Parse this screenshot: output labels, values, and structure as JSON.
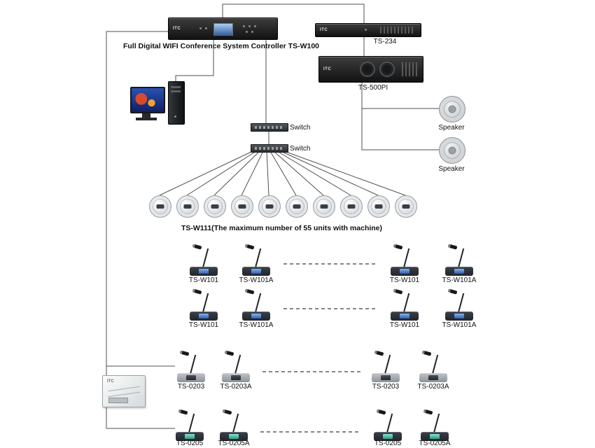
{
  "brand": "ITC",
  "devices": {
    "controller": {
      "label": "Full Digital WIFI Conference System Controller TS-W100"
    },
    "ts234": {
      "label": "TS-234"
    },
    "amplifier": {
      "label": "TS-500PI"
    },
    "speaker1": {
      "label": "Speaker"
    },
    "speaker2": {
      "label": "Speaker"
    },
    "switch1": {
      "label": "Switch"
    },
    "switch2": {
      "label": "Switch"
    },
    "ceiling_units": {
      "label": "TS-W111(The maximum number of 55 units with machine)",
      "count": 10
    }
  },
  "mic_rows": [
    {
      "units": [
        {
          "label": "TS-W101"
        },
        {
          "label": "TS-W101A"
        },
        {
          "label": "TS-W101"
        },
        {
          "label": "TS-W101A"
        }
      ]
    },
    {
      "units": [
        {
          "label": "TS-W101"
        },
        {
          "label": "TS-W101A"
        },
        {
          "label": "TS-W101"
        },
        {
          "label": "TS-W101A"
        }
      ]
    },
    {
      "units": [
        {
          "label": "TS-0203"
        },
        {
          "label": "TS-0203A"
        },
        {
          "label": "TS-0203"
        },
        {
          "label": "TS-0203A"
        }
      ]
    },
    {
      "units": [
        {
          "label": "TS-0205"
        },
        {
          "label": "TS-0205A"
        },
        {
          "label": "TS-0205"
        },
        {
          "label": "TS-0205A"
        }
      ]
    }
  ],
  "colors": {
    "line": "#4f4f4f",
    "screen_blue": "#2d5fb0",
    "screen_teal": "#2e9c84"
  }
}
